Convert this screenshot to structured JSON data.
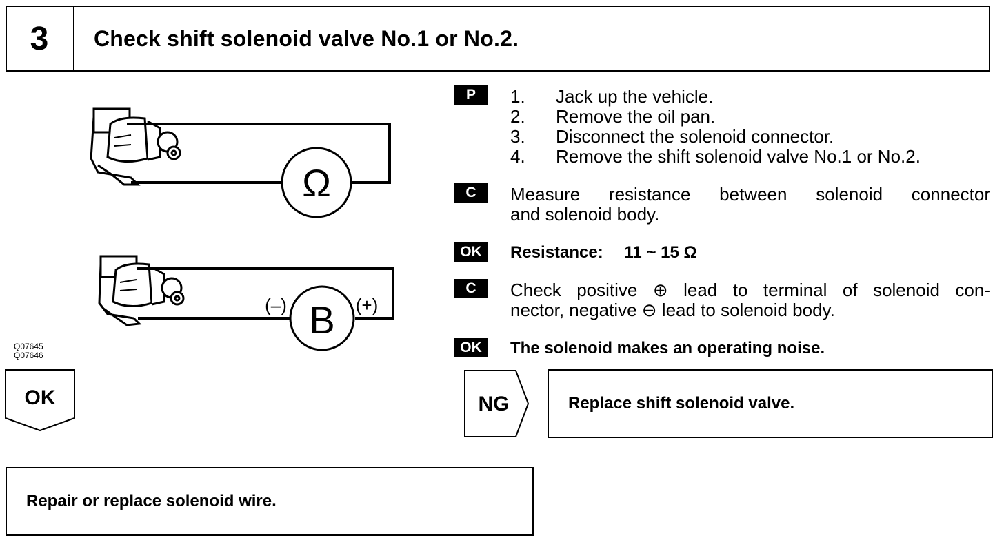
{
  "header": {
    "step_number": "3",
    "title": "Check shift solenoid valve No.1 or No.2."
  },
  "figure": {
    "ids": [
      "Q07645",
      "Q07646"
    ],
    "ohmmeter_symbol": "Ω",
    "battery_symbol": "B",
    "battery_negative": "(–)",
    "battery_positive": "(+)"
  },
  "procedure": {
    "prep_badge": "P",
    "steps": [
      {
        "num": "1.",
        "text": "Jack up the vehicle."
      },
      {
        "num": "2.",
        "text": "Remove the oil pan."
      },
      {
        "num": "3.",
        "text": "Disconnect the solenoid connector."
      },
      {
        "num": "4.",
        "text": "Remove the shift solenoid valve No.1 or No.2."
      }
    ]
  },
  "checks": [
    {
      "badge": "C",
      "text_line1": "Measure resistance between solenoid connector",
      "text_line2": "and solenoid body.",
      "ok_badge": "OK",
      "ok_label": "Resistance:",
      "ok_value": "11 ~ 15 Ω"
    },
    {
      "badge": "C",
      "text_line1": "Check positive ⊕ lead to terminal of solenoid con-",
      "text_line2": "nector, negative ⊖ lead to solenoid body.",
      "ok_badge": "OK",
      "ok_text": "The solenoid makes an operating noise."
    }
  ],
  "flow": {
    "ok_label": "OK",
    "ng_label": "NG",
    "ng_action": "Replace shift solenoid valve.",
    "ok_action": "Repair or replace solenoid wire."
  }
}
